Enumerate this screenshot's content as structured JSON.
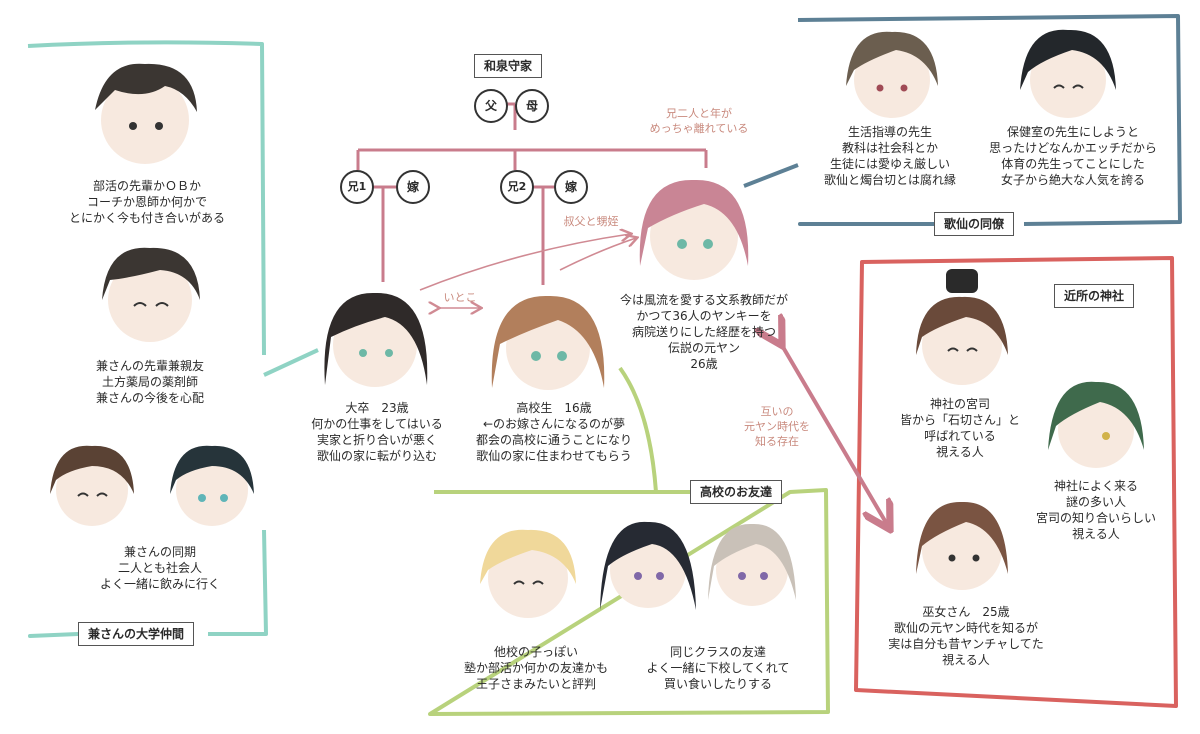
{
  "family": {
    "title": "和泉守家",
    "father": "父",
    "mother": "母",
    "brother1": "兄1",
    "wife1": "嫁",
    "brother2": "兄2",
    "wife2": "嫁",
    "age_gap_note": "兄二人と年が\nめっちゃ離れている",
    "uncle_note": "叔父と甥姪",
    "cousin_note": "いとこ"
  },
  "people": {
    "kasen": "今は風流を愛する文系教師だが\nかつて36人のヤンキーを\n病院送りにした経歴を持つ\n伝説の元ヤン\n26歳",
    "kane": "大卒　23歳\n何かの仕事をしてはいる\n実家と折り合いが悪く\n歌仙の家に転がり込む",
    "girl": "高校生　16歳\n←のお嫁さんになるのが夢\n都会の高校に通うことになり\n歌仙の家に住まわせてもらう"
  },
  "groups": {
    "university": {
      "label": "兼さんの大学仲間",
      "member1": "部活の先輩かＯＢか\nコーチか恩師か何かで\nとにかく今も付き合いがある",
      "member2": "兼さんの先輩兼親友\n土方薬局の薬剤師\n兼さんの今後を心配",
      "member3": "兼さんの同期\n二人とも社会人\nよく一緒に飲みに行く"
    },
    "colleagues": {
      "label": "歌仙の同僚",
      "member1": "生活指導の先生\n教科は社会科とか\n生徒には愛ゆえ厳しい\n歌仙と燭台切とは腐れ縁",
      "member2": "保健室の先生にしようと\n思ったけどなんかエッチだから\n体育の先生ってことにした\n女子から絶大な人気を誇る"
    },
    "shrine": {
      "label": "近所の神社",
      "member1": "神社の宮司\n皆から「石切さん」と\n呼ばれている\n視える人",
      "member2": "神社によく来る\n謎の多い人\n宮司の知り合いらしい\n視える人",
      "member3": "巫女さん　25歳\n歌仙の元ヤン時代を知るが\n実は自分も昔ヤンチャしてた\n視える人",
      "ex_yankee_note": "互いの\n元ヤン時代を\n知る存在"
    },
    "school_friends": {
      "label": "高校のお友達",
      "member1": "他校の子っぽい\n塾か部活か何かの友達かも\n王子さまみたいと評判",
      "member2": "同じクラスの友達\nよく一緒に下校してくれて\n買い食いしたりする"
    }
  },
  "colors": {
    "university_border": "#8fd3c4",
    "colleagues_border": "#5d8095",
    "shrine_border": "#d9625f",
    "school_border": "#b8d27c",
    "family_line": "#c97c8c",
    "arrow": "#d08a93"
  }
}
